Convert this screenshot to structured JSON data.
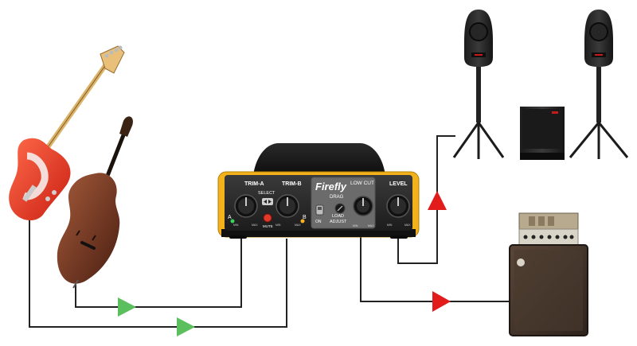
{
  "device": {
    "brand": "Firefly",
    "drag_label": "DRAG",
    "trim_a_label": "TRIM-A",
    "trim_b_label": "TRIM-B",
    "select_label": "SELECT",
    "low_cut_label": "LOW CUT",
    "level_label": "LEVEL",
    "load_adjust_line1": "LOAD",
    "load_adjust_line2": "ADJUST",
    "on_label": "ON",
    "mute_label": "MUTE",
    "channel_a": "A",
    "channel_b": "B",
    "min": "MIN",
    "max": "MAX"
  },
  "colors": {
    "device_yellow": "#f2b21b",
    "input_arrow": "#5bbf5e",
    "output_arrow": "#e21b1b",
    "cable": "#222222"
  }
}
